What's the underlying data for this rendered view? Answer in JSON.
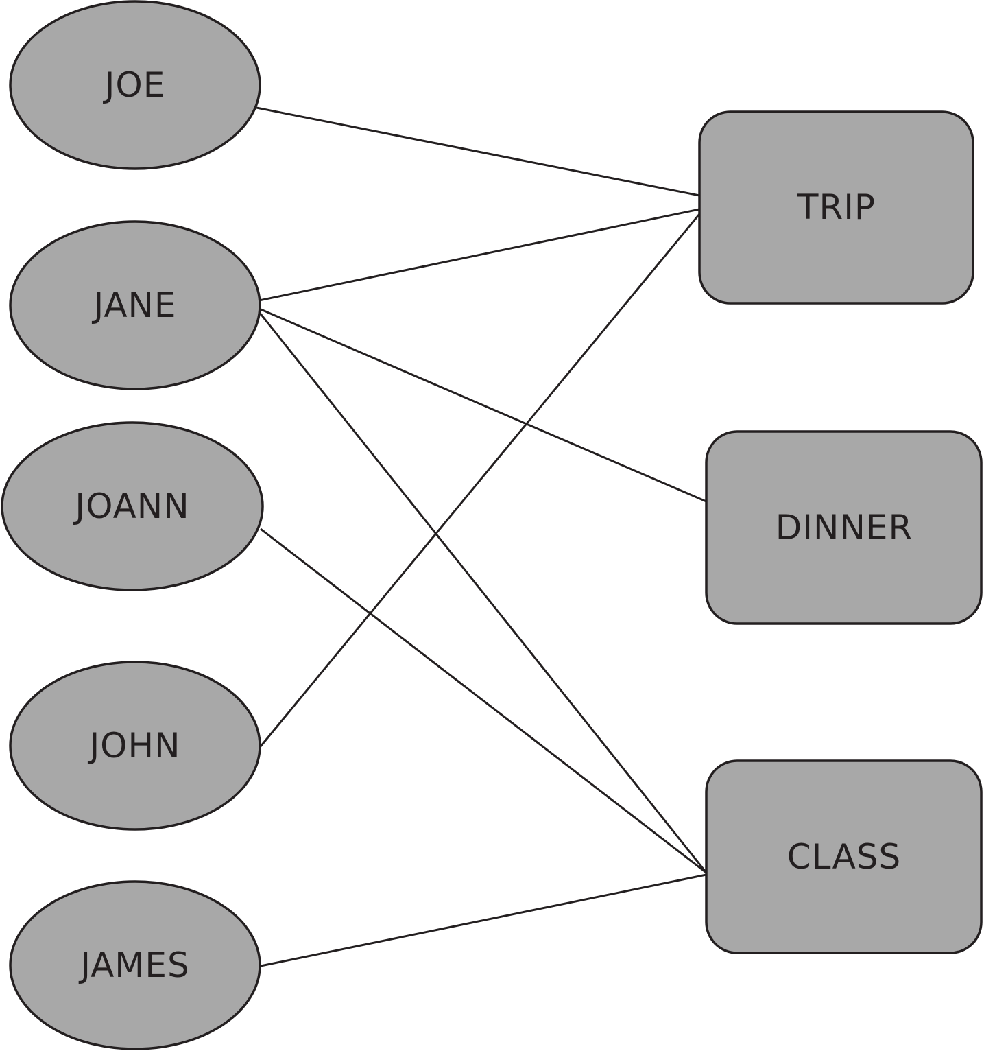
{
  "people": [
    {
      "id": "joe",
      "label": "JOE"
    },
    {
      "id": "jane",
      "label": "JANE"
    },
    {
      "id": "joann",
      "label": "JOANN"
    },
    {
      "id": "john",
      "label": "JOHN"
    },
    {
      "id": "james",
      "label": "JAMES"
    }
  ],
  "events": [
    {
      "id": "trip",
      "label": "TRIP"
    },
    {
      "id": "dinner",
      "label": "DINNER"
    },
    {
      "id": "class",
      "label": "CLASS"
    }
  ],
  "connections": [
    {
      "from": "joe",
      "to": "trip"
    },
    {
      "from": "jane",
      "to": "trip"
    },
    {
      "from": "jane",
      "to": "dinner"
    },
    {
      "from": "jane",
      "to": "class"
    },
    {
      "from": "joann",
      "to": "class"
    },
    {
      "from": "john",
      "to": "trip"
    },
    {
      "from": "james",
      "to": "class"
    }
  ],
  "colors": {
    "node_fill": "#a8a8a8",
    "stroke": "#231f20",
    "background": "#ffffff"
  }
}
